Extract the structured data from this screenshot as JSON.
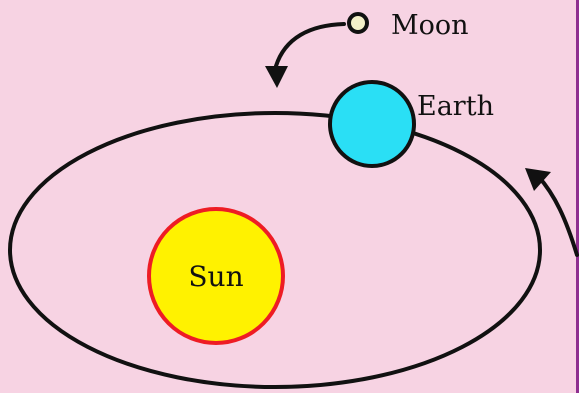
{
  "diagram": {
    "labels": {
      "moon": "Moon",
      "earth": "Earth",
      "sun": "Sun"
    },
    "colors": {
      "background": "#f7d3e3",
      "right_bar": "#8e2f8f",
      "orbit": "#111111",
      "sun_fill": "#fff200",
      "sun_stroke": "#ee1c24",
      "earth_fill": "#2adff5",
      "moon_fill": "#f3f0c8"
    }
  }
}
